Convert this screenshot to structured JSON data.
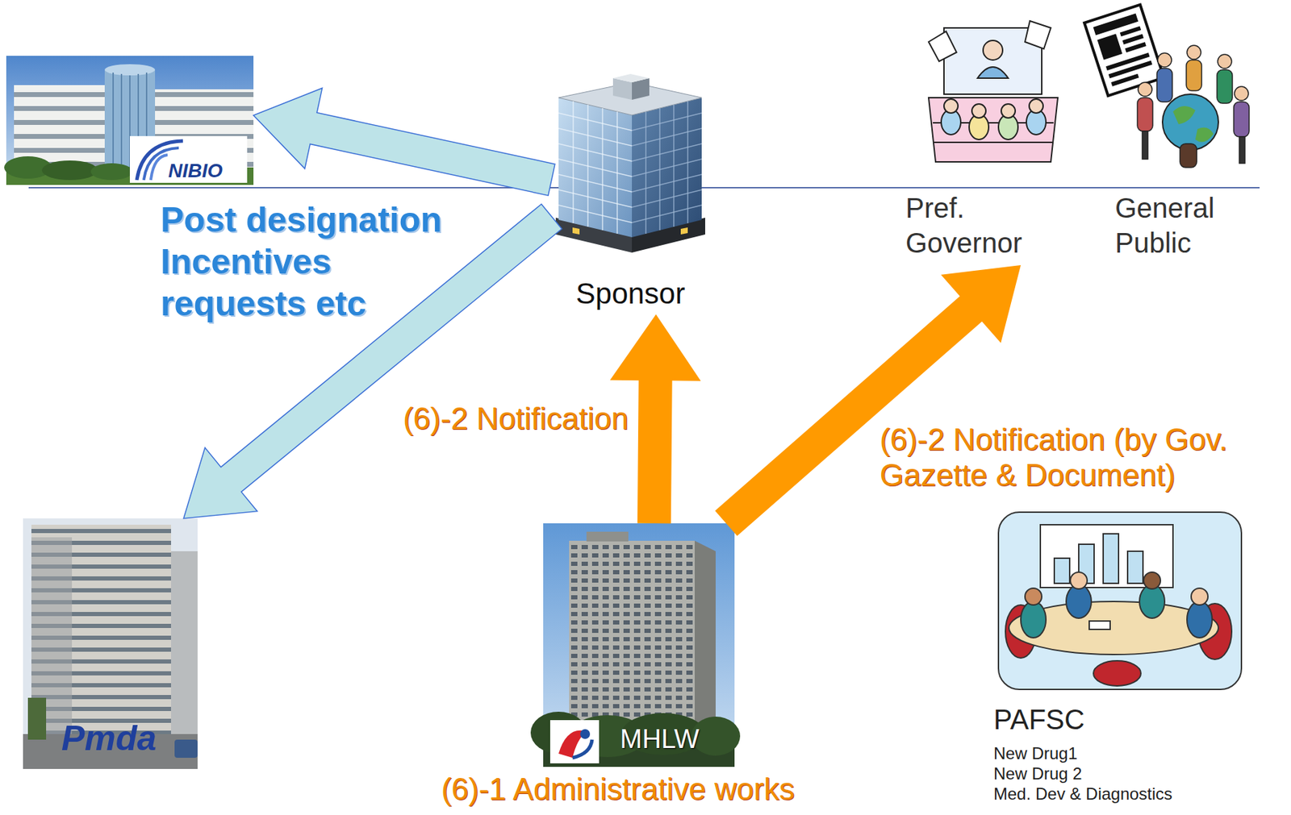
{
  "diagram": {
    "nodes": [
      {
        "text": [
          "NIBIO"
        ]
      },
      {
        "text": [
          "Sponsor"
        ]
      },
      {
        "text": [
          "Pref. Governor"
        ]
      },
      {
        "text": [
          "General Public"
        ]
      },
      {
        "text": [
          "Pmda"
        ]
      },
      {
        "text": [
          "MHLW"
        ]
      },
      {
        "text": [
          "PAFSC",
          "New Drug1",
          "New Drug 2",
          "Med. Dev & Diagnostics"
        ]
      }
    ],
    "edges": [
      {
        "from": 1,
        "to": 0,
        "arrow": "to"
      },
      {
        "from": 1,
        "to": 4,
        "arrow": "to"
      },
      {
        "from": 5,
        "to": 1,
        "label": "(6)-2 Notification",
        "arrow": "to"
      },
      {
        "from": 5,
        "to": 2,
        "label": "(6)-2 Notification (by Gov. Gazette & Document)",
        "arrow": "to"
      }
    ],
    "labels": [
      "Post designation Incentives requests etc",
      "(6)-1 Administrative works"
    ]
  }
}
